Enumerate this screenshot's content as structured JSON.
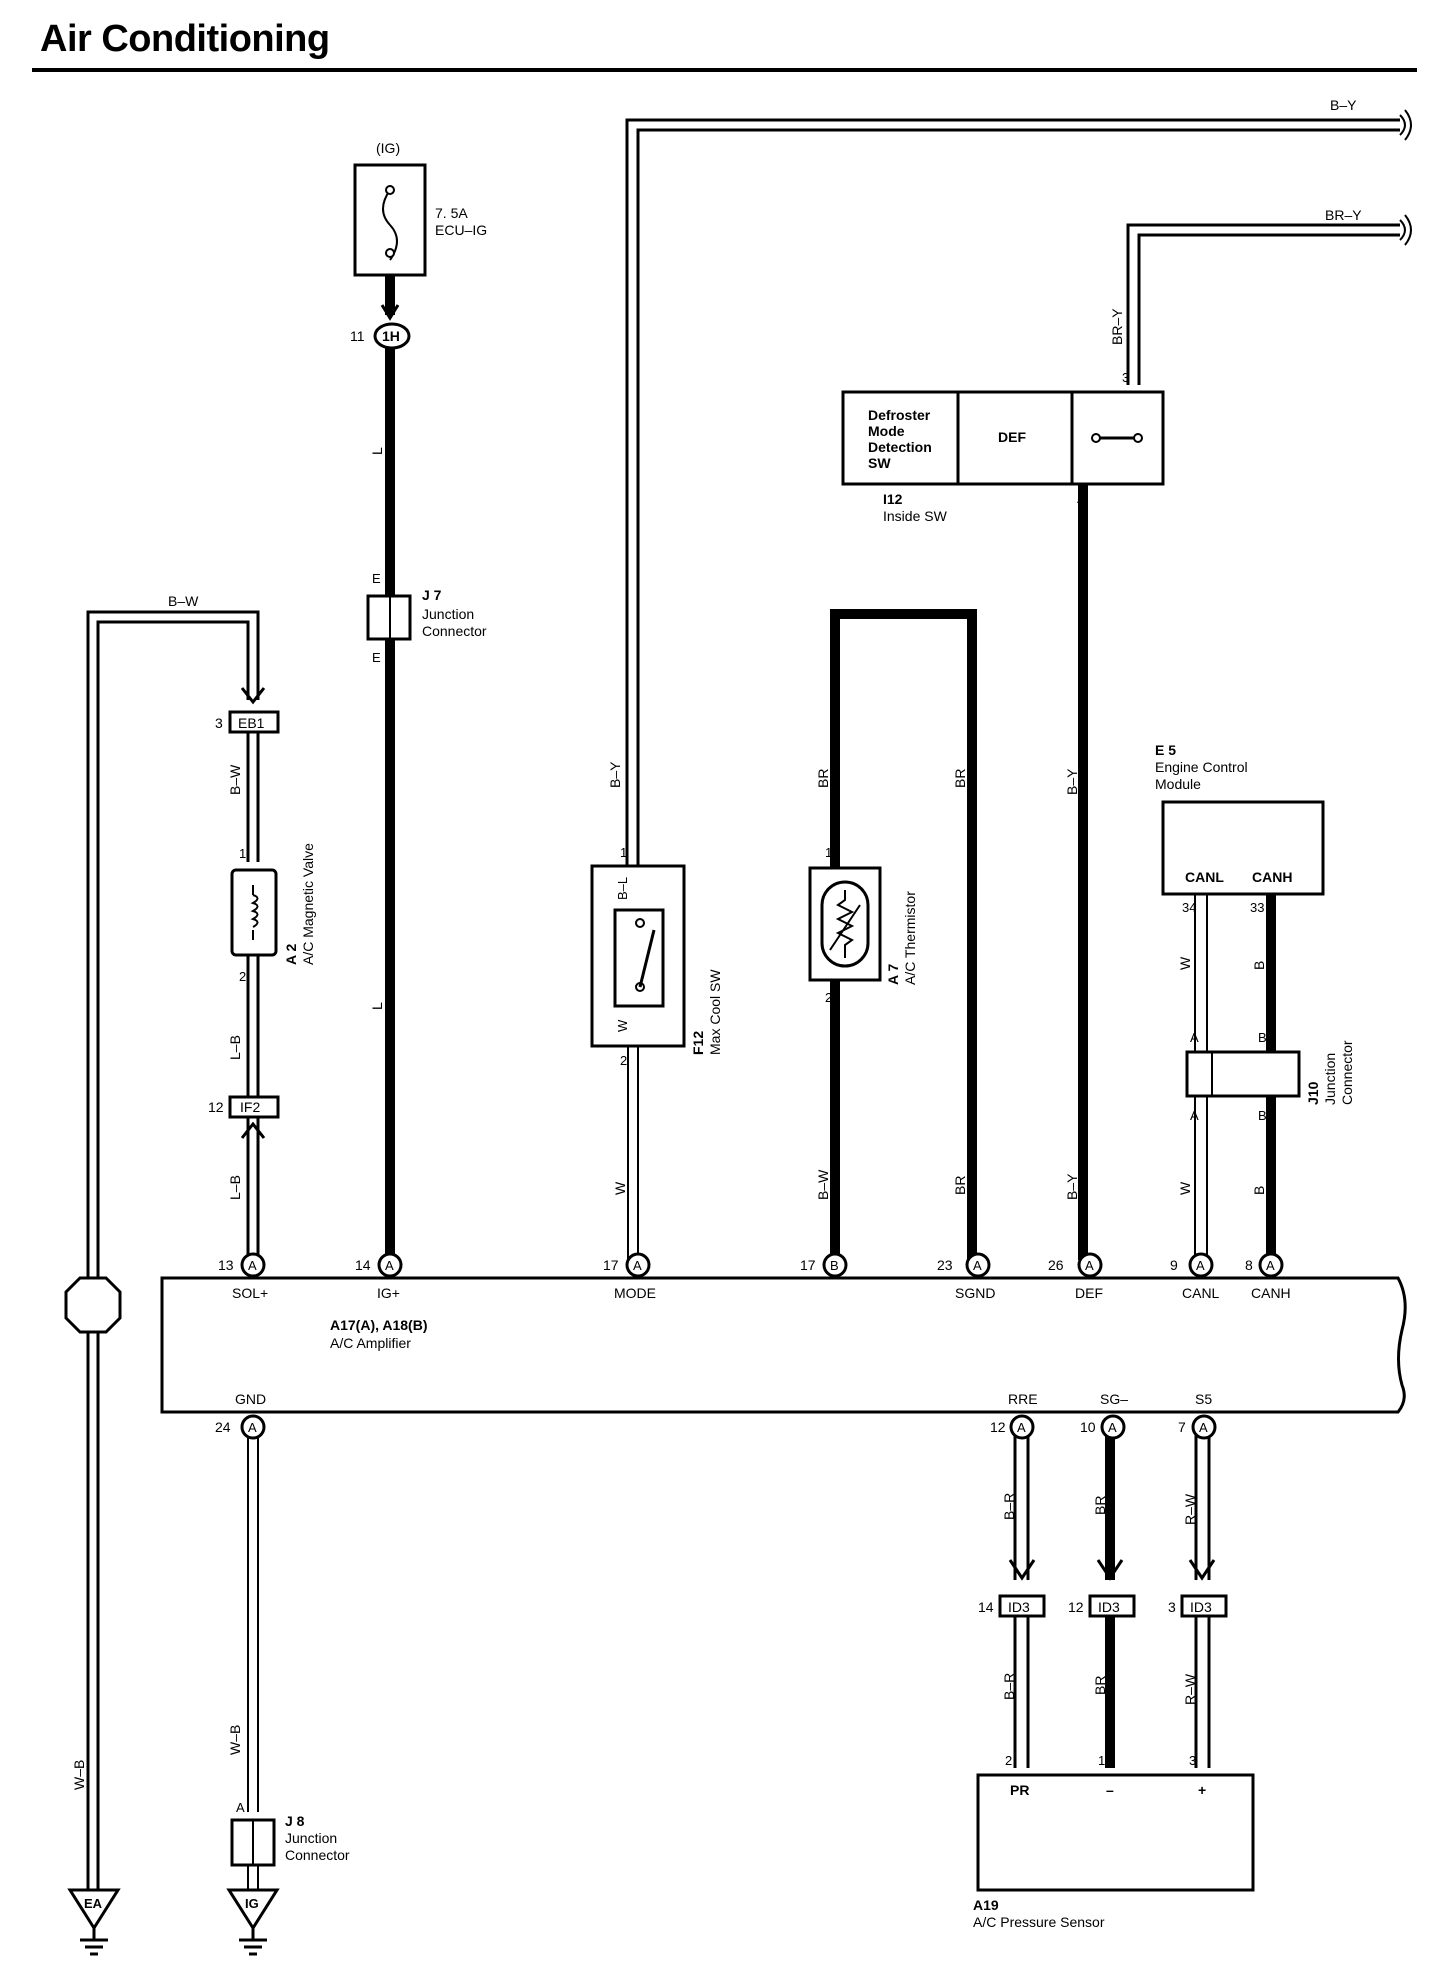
{
  "title": "Air Conditioning",
  "wire_colors": {
    "b_y": "B–Y",
    "br_y": "BR–Y",
    "b_w": "B–W",
    "l": "L",
    "l_b": "L–B",
    "w": "W",
    "w_b": "W–B",
    "br": "BR",
    "b": "B",
    "b_l": "B–L",
    "b_r": "B–R",
    "r_w": "R–W"
  },
  "fuse": {
    "power": "(IG)",
    "rating": "7. 5A",
    "name": "ECU–IG"
  },
  "connectors": {
    "1h": {
      "id": "1H",
      "pin": "11"
    },
    "eb1": {
      "id": "EB1",
      "pin": "3"
    },
    "if2": {
      "id": "IF2",
      "pin": "12"
    },
    "id3_pins": [
      "14",
      "12",
      "3"
    ],
    "id3": "ID3",
    "a": "A",
    "b": "B",
    "e": "E"
  },
  "components": {
    "j7": {
      "code": "J 7",
      "name1": "Junction",
      "name2": "Connector"
    },
    "a2": {
      "code": "A 2",
      "name": "A/C Magnetic Valve",
      "pin1": "1",
      "pin2": "2"
    },
    "f12": {
      "code": "F12",
      "name": "Max Cool SW",
      "pin1": "2",
      "pin2": "1"
    },
    "a7": {
      "code": "A 7",
      "name": "A/C Thermistor",
      "pin1": "1",
      "pin2": "2"
    },
    "i12": {
      "code": "I12",
      "name": "Inside SW",
      "line1": "Defroster",
      "line2": "Mode",
      "line3": "Detection",
      "line4": "SW",
      "def": "DEF",
      "pin3": "3",
      "pin4": "4"
    },
    "e5": {
      "code": "E 5",
      "name1": "Engine Control",
      "name2": "Module",
      "canl": "CANL",
      "canh": "CANH",
      "pin34": "34",
      "pin33": "33"
    },
    "j10": {
      "code": "J10",
      "name1": "Junction",
      "name2": "Connector"
    },
    "amp": {
      "code": "A17(A), A18(B)",
      "name": "A/C Amplifier"
    },
    "j8": {
      "code": "J 8",
      "name1": "Junction",
      "name2": "Connector"
    },
    "a19": {
      "code": "A19",
      "name": "A/C Pressure Sensor",
      "pr": "PR",
      "minus": "–",
      "plus": "+",
      "pin2": "2",
      "pin1": "1",
      "pin3": "3"
    }
  },
  "amp_top_terminals": [
    {
      "pin": "13",
      "conn": "A",
      "label": "SOL+"
    },
    {
      "pin": "14",
      "conn": "A",
      "label": "IG+"
    },
    {
      "pin": "17",
      "conn": "A",
      "label": "MODE"
    },
    {
      "pin": "17",
      "conn": "B",
      "label": ""
    },
    {
      "pin": "23",
      "conn": "A",
      "label": "SGND"
    },
    {
      "pin": "26",
      "conn": "A",
      "label": "DEF"
    },
    {
      "pin": "9",
      "conn": "A",
      "label": "CANL"
    },
    {
      "pin": "8",
      "conn": "A",
      "label": "CANH"
    }
  ],
  "amp_bottom_terminals": [
    {
      "pin": "24",
      "conn": "A",
      "label": "GND"
    },
    {
      "pin": "12",
      "conn": "A",
      "label": "RRE"
    },
    {
      "pin": "10",
      "conn": "A",
      "label": "SG–"
    },
    {
      "pin": "7",
      "conn": "A",
      "label": "S5"
    }
  ],
  "grounds": {
    "ea": "EA",
    "ig": "IG"
  }
}
